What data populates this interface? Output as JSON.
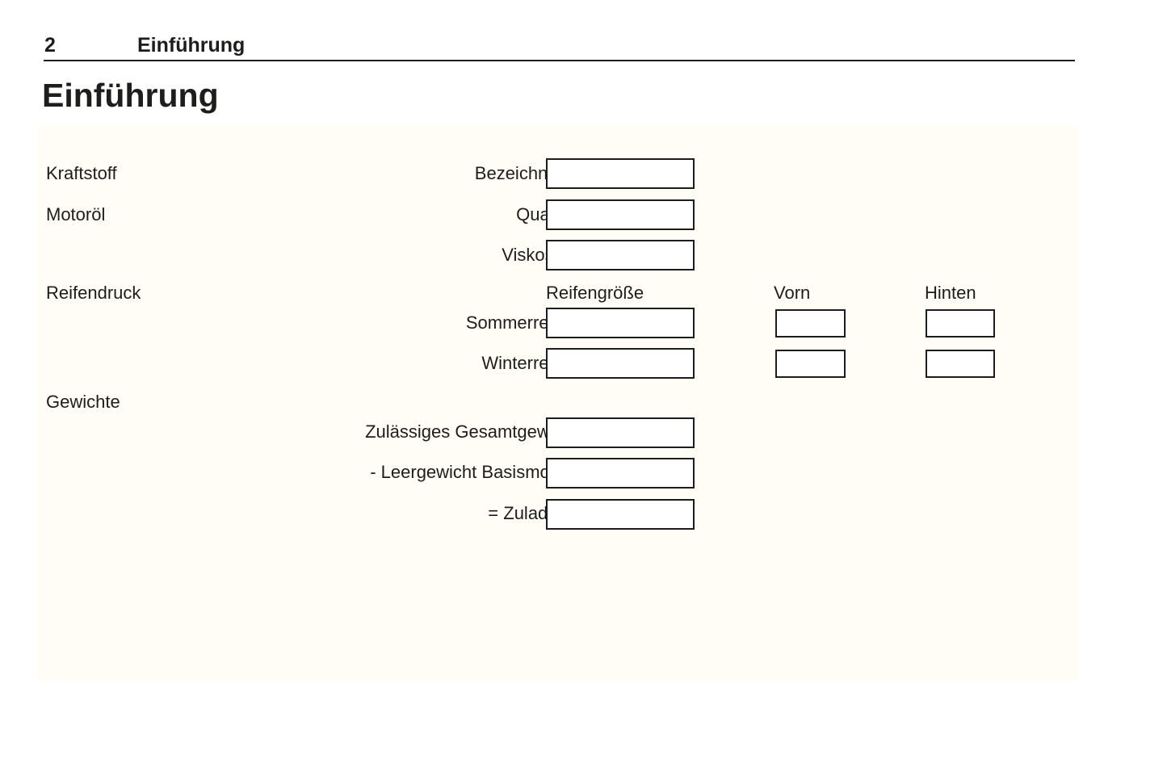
{
  "header": {
    "page_number": "2",
    "chapter_title": "Einführung"
  },
  "title": "Einführung",
  "sections": {
    "fuel_label": "Kraftstoff",
    "oil_label": "Motoröl",
    "tire_pressure_label": "Reifendruck",
    "weights_label": "Gewichte"
  },
  "tire_table_headers": {
    "size": "Reifengröße",
    "front": "Vorn",
    "rear": "Hinten"
  },
  "fields": {
    "designation": {
      "label": "Bezeichnung",
      "value": ""
    },
    "quality": {
      "label": "Qualität",
      "value": ""
    },
    "viscosity": {
      "label": "Viskosität",
      "value": ""
    },
    "summer_tires": {
      "label": "Sommerreifen",
      "size_value": "",
      "front_value": "",
      "rear_value": ""
    },
    "winter_tires": {
      "label": "Winterreifen",
      "size_value": "",
      "front_value": "",
      "rear_value": ""
    },
    "gross_weight": {
      "label": "Zulässiges Gesamtgewicht",
      "value": ""
    },
    "curb_weight": {
      "label": "- Leergewicht Basismodell",
      "value": ""
    },
    "payload": {
      "label": "= Zuladung",
      "value": ""
    }
  },
  "colors": {
    "text": "#1d1d1b",
    "panel_background": "#fffdf6",
    "page_background": "#ffffff"
  }
}
